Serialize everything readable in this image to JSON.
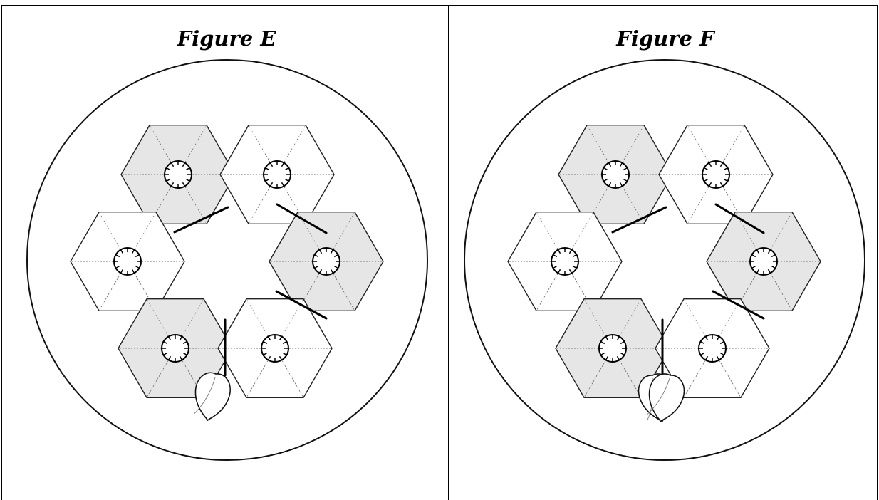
{
  "figures": [
    {
      "id": "E",
      "title": "Figure E",
      "cells": [
        {
          "position": "top-left",
          "shade": "grey"
        },
        {
          "position": "top-right",
          "shade": "white"
        },
        {
          "position": "middle-left",
          "shade": "white"
        },
        {
          "position": "middle-right",
          "shade": "grey"
        },
        {
          "position": "bottom-left",
          "shade": "grey"
        },
        {
          "position": "bottom-right",
          "shade": "white"
        }
      ],
      "leaves": 1
    },
    {
      "id": "F",
      "title": "Figure F",
      "cells": [
        {
          "position": "top-left",
          "shade": "grey"
        },
        {
          "position": "top-right",
          "shade": "white"
        },
        {
          "position": "middle-left",
          "shade": "white"
        },
        {
          "position": "middle-right",
          "shade": "grey"
        },
        {
          "position": "bottom-left",
          "shade": "grey"
        },
        {
          "position": "bottom-right",
          "shade": "white"
        }
      ],
      "leaves": 2
    }
  ],
  "colors": {
    "grey_cell": "#e6e6e6",
    "white_cell": "#ffffff",
    "line": "#000000"
  }
}
